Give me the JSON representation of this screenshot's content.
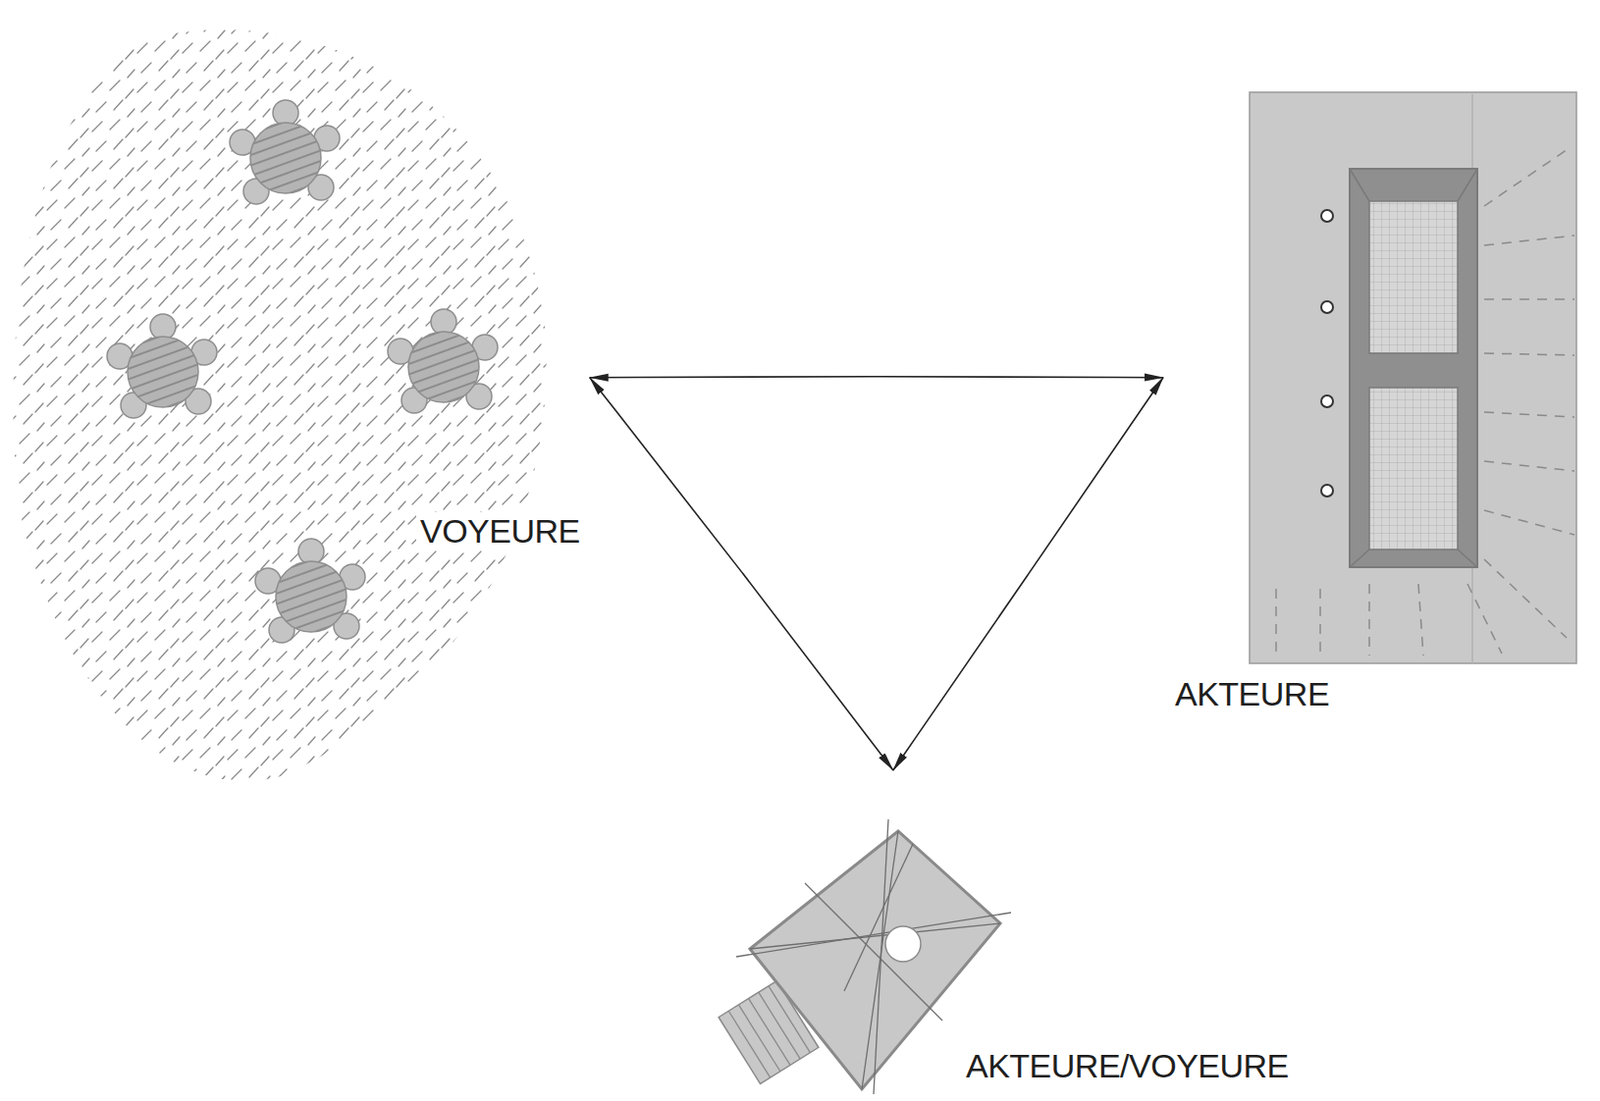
{
  "diagram": {
    "nodes": [
      {
        "text": [
          "VOYEURE"
        ]
      },
      {
        "text": [
          "AKTEURE"
        ]
      },
      {
        "text": [
          "AKTEURE/VOYEURE"
        ]
      }
    ],
    "edges": [
      {
        "from": 0,
        "to": 1,
        "arrow": "both"
      },
      {
        "from": 0,
        "to": 2,
        "arrow": "both"
      },
      {
        "from": 1,
        "to": 2,
        "arrow": "both"
      }
    ]
  }
}
